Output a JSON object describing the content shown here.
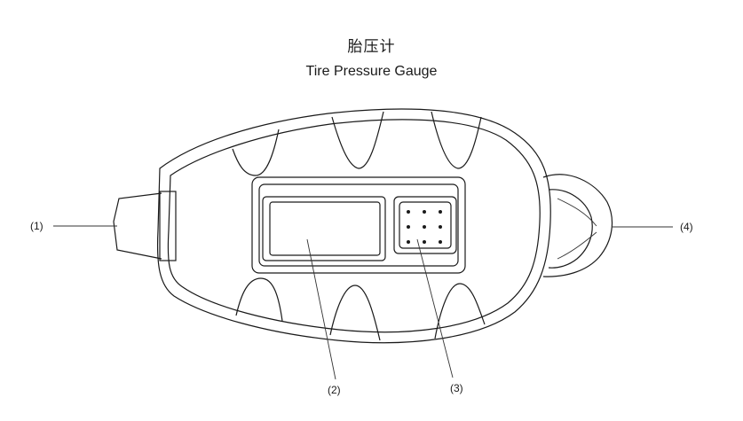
{
  "title_cn": "胎压计",
  "title_en": "Tire Pressure Gauge",
  "callouts": {
    "c1": "(1)",
    "c2": "(2)",
    "c3": "(3)",
    "c4": "(4)"
  }
}
